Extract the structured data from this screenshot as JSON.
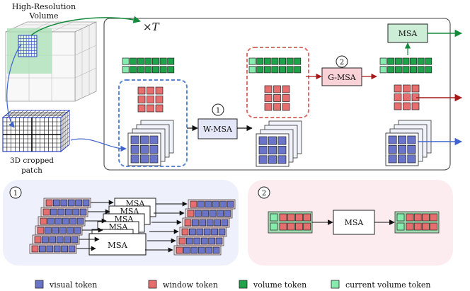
{
  "labels": {
    "volume_line1": "High-Resolution",
    "volume_line2": "Volume",
    "patch_line1": "3D cropped",
    "patch_line2": "patch",
    "times": "×T",
    "wmsa": "W-MSA",
    "gmsa": "G-MSA",
    "msa_top": "MSA",
    "step1": "1",
    "step2": "2",
    "detail1_msa": "MSA",
    "detail1_msa_back": "MSA",
    "detail2_msa": "MSA"
  },
  "legend": [
    {
      "label": "visual token",
      "color": "#6a74c8"
    },
    {
      "label": "window token",
      "color": "#e76e6e"
    },
    {
      "label": "volume token",
      "color": "#1fa34a"
    },
    {
      "label": "current volume token",
      "color": "#86ecad"
    }
  ],
  "colors": {
    "visual": "#6a74c8",
    "window": "#e76e6e",
    "volume": "#1fa34a",
    "current_volume": "#86ecad",
    "window_dashed": "#d9706e",
    "visual_dashed": "#5b86d0",
    "arrow_green": "#138a3c",
    "arrow_red": "#a81818",
    "arrow_blue": "#3f64cf",
    "panel1_bg": "#eef1fb",
    "panel2_bg": "#fdecef"
  }
}
